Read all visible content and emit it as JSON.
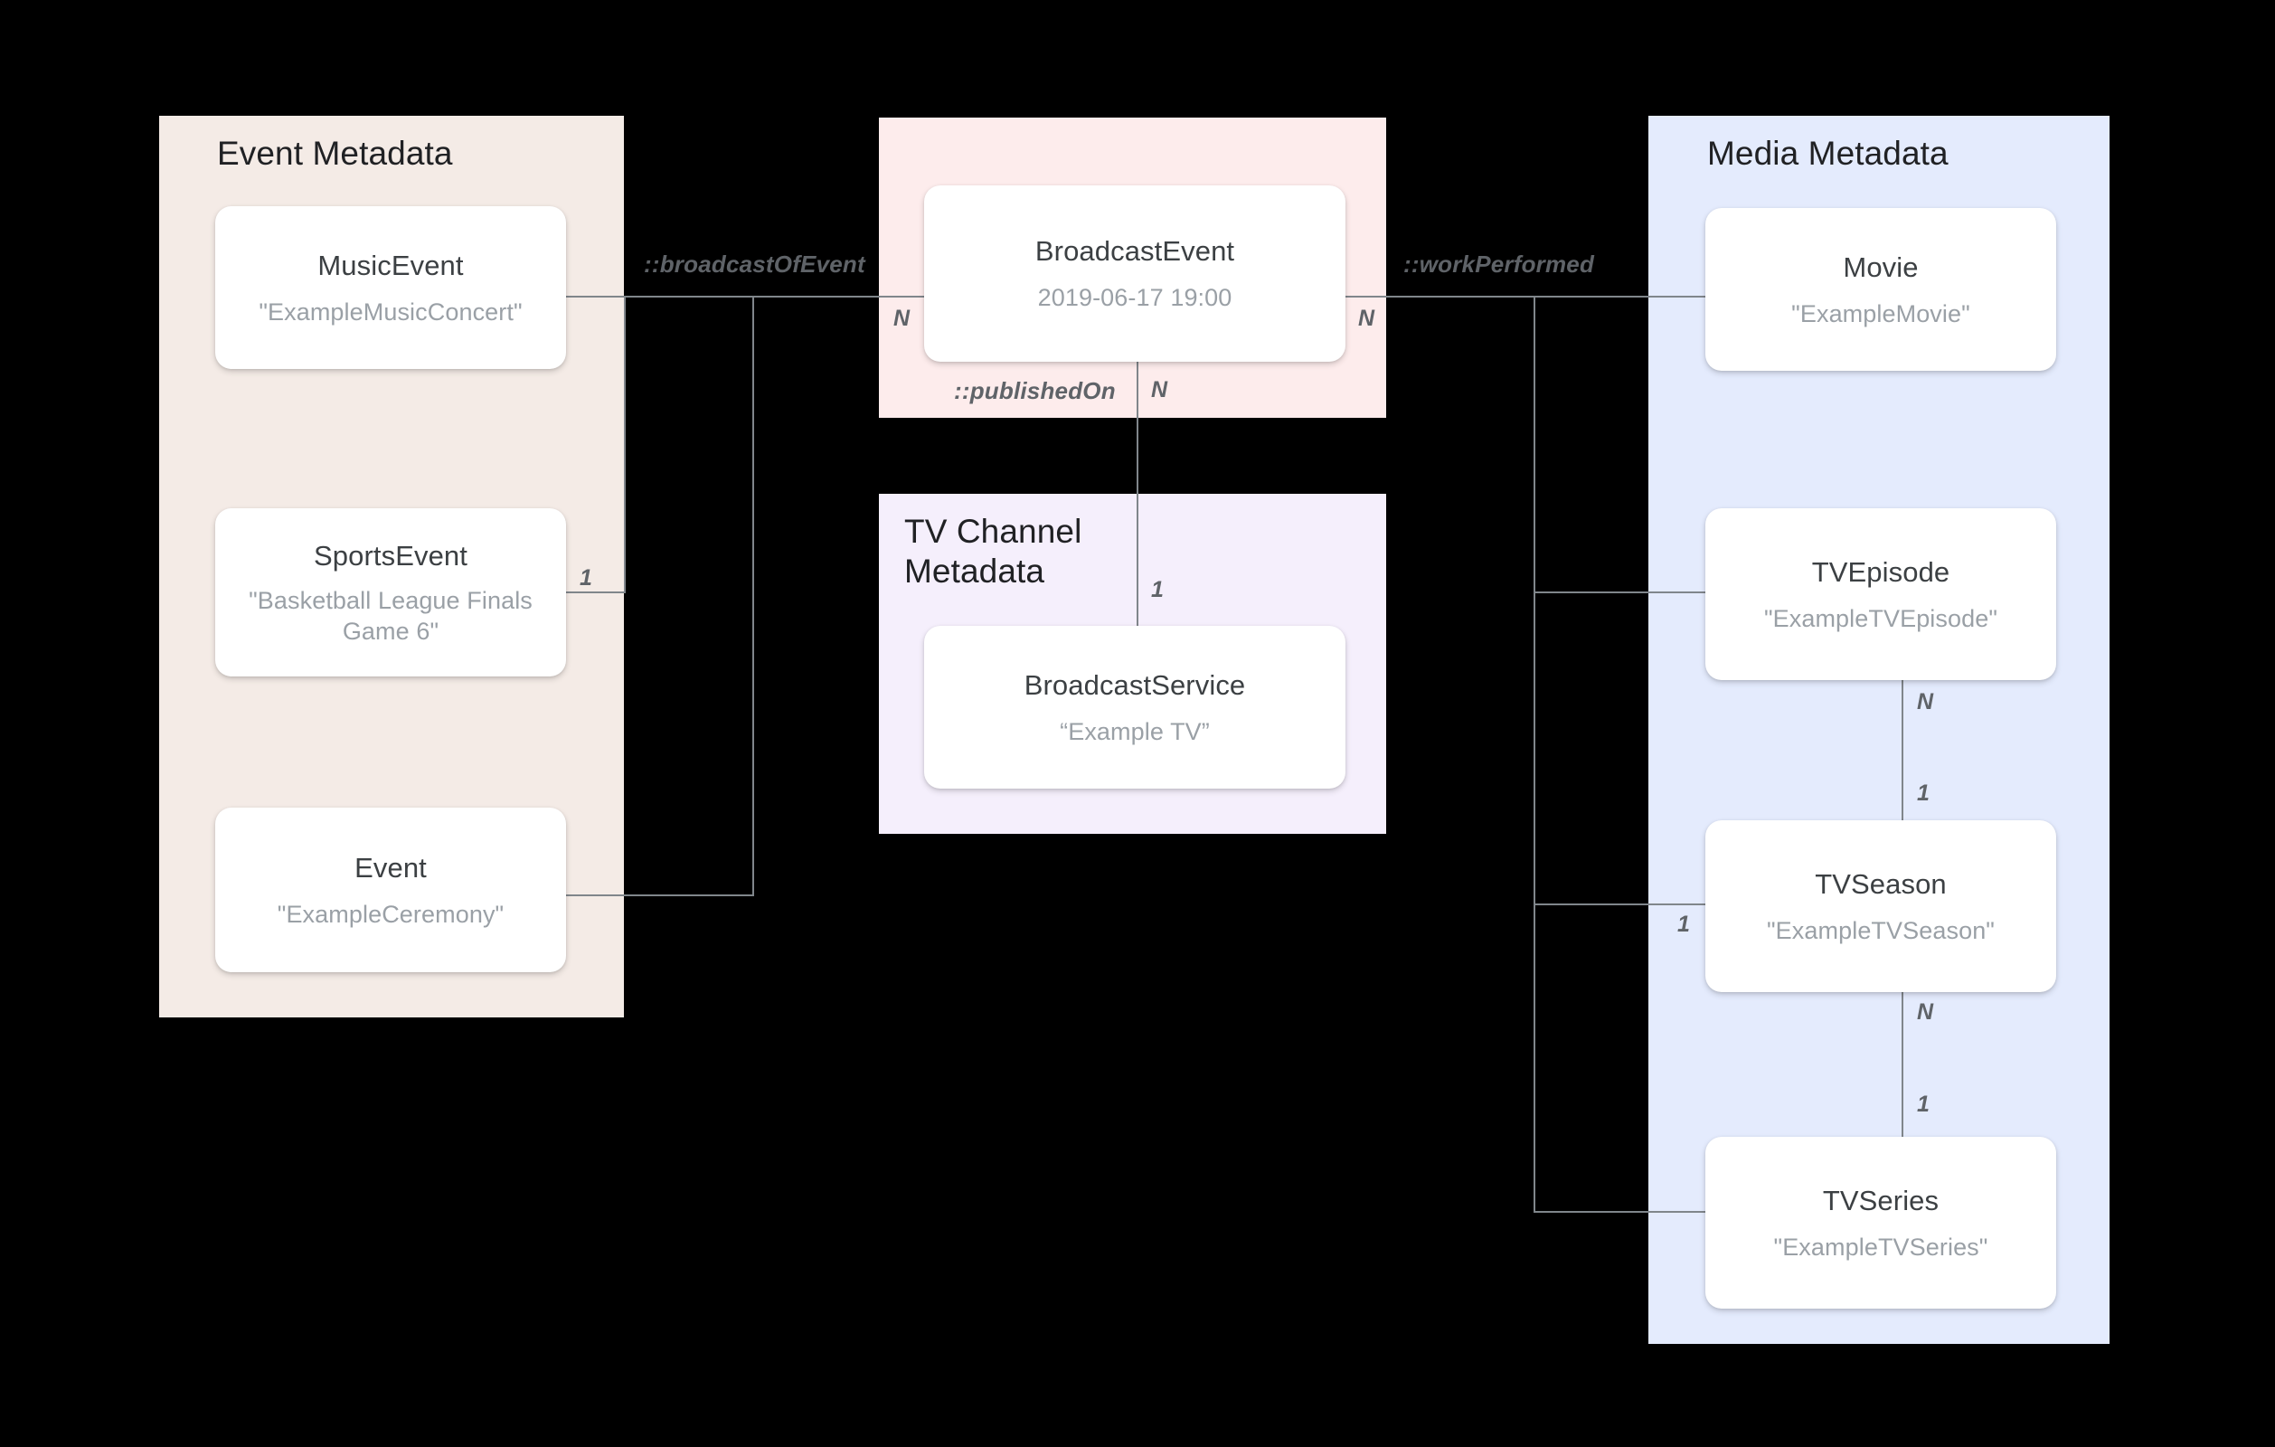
{
  "diagram": {
    "title_note": "Broadcast / media metadata entity-relationship diagram",
    "groups": [
      {
        "id": "event-metadata",
        "label": "Event Metadata",
        "color": "#f4ebe6",
        "entities": [
          {
            "type": "MusicEvent",
            "value": "\"ExampleMusicConcert\""
          },
          {
            "type": "SportsEvent",
            "value": "\"Basketball League Finals Game 6\""
          },
          {
            "type": "Event",
            "value": "\"ExampleCeremony\""
          }
        ]
      },
      {
        "id": "broadcast-event",
        "label": "",
        "color": "#fdecec",
        "entities": [
          {
            "type": "BroadcastEvent",
            "value": "2019-06-17 19:00"
          }
        ]
      },
      {
        "id": "tv-channel-metadata",
        "label": "TV Channel\nMetadata",
        "color": "#f5effc",
        "entities": [
          {
            "type": "BroadcastService",
            "value": "“Example TV”"
          }
        ]
      },
      {
        "id": "media-metadata",
        "label": "Media Metadata",
        "color": "#e4ebfd",
        "entities": [
          {
            "type": "Movie",
            "value": "\"ExampleMovie\""
          },
          {
            "type": "TVEpisode",
            "value": "\"ExampleTVEpisode\""
          },
          {
            "type": "TVSeason",
            "value": "\"ExampleTVSeason\""
          },
          {
            "type": "TVSeries",
            "value": "\"ExampleTVSeries\""
          }
        ]
      }
    ],
    "relations": [
      {
        "id": "broadcastOfEvent",
        "label": "::broadcastOfEvent",
        "from": "BroadcastEvent",
        "to": "Event Metadata",
        "from_card": "N",
        "to_card": "1"
      },
      {
        "id": "publishedOn",
        "label": "::publishedOn",
        "from": "BroadcastEvent",
        "to": "BroadcastService",
        "from_card": "N",
        "to_card": "1"
      },
      {
        "id": "workPerformed",
        "label": "::workPerformed",
        "from": "BroadcastEvent",
        "to": "Media Metadata",
        "from_card": "N",
        "to_card": "1"
      },
      {
        "id": "episode-season",
        "label": "",
        "from": "TVEpisode",
        "to": "TVSeason",
        "from_card": "N",
        "to_card": "1"
      },
      {
        "id": "season-series",
        "label": "",
        "from": "TVSeason",
        "to": "TVSeries",
        "from_card": "N",
        "to_card": "1"
      }
    ],
    "cardinalities": {
      "broadcast_left": "N",
      "broadcast_right": "N",
      "broadcast_bottom": "N",
      "sports_right": "1",
      "service_top": "1",
      "episode_bottom": "N",
      "season_top": "1",
      "season_left": "1",
      "season_bottom": "N",
      "series_top": "1"
    }
  }
}
